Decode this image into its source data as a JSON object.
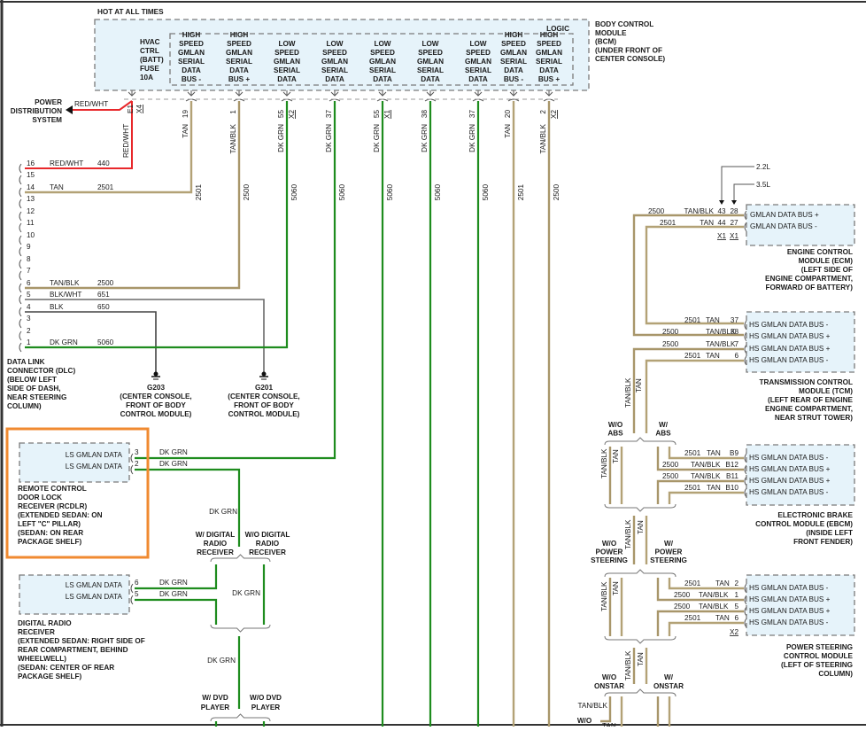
{
  "diagram": {
    "type": "wiring-schematic",
    "title": "GMLAN Serial Data Wiring",
    "hot_label": "HOT AT ALL TIMES",
    "bcm": {
      "name_lines": [
        "BODY CONTROL",
        "MODULE",
        "(BCM)",
        "(UNDER FRONT OF",
        "CENTER CONSOLE)"
      ],
      "logic_label": "LOGIC",
      "fuse_lines": [
        "HVAC",
        "CTRL",
        "(BATT)",
        "FUSE",
        "10A"
      ],
      "circuits": [
        {
          "lines": [
            "HIGH",
            "SPEED",
            "GMLAN",
            "SERIAL",
            "DATA",
            "BUS -"
          ],
          "pin": "19",
          "conn": "",
          "wire": "TAN",
          "circuit": "2501"
        },
        {
          "lines": [
            "HIGH",
            "SPEED",
            "GMLAN",
            "SERIAL",
            "DATA",
            "BUS +"
          ],
          "pin": "1",
          "conn": "",
          "wire": "TAN/BLK",
          "circuit": "2500"
        },
        {
          "lines": [
            "LOW",
            "SPEED",
            "GMLAN",
            "SERIAL",
            "DATA"
          ],
          "pin": "55",
          "conn": "X2",
          "wire": "DK GRN",
          "circuit": "5060"
        },
        {
          "lines": [
            "LOW",
            "SPEED",
            "GMLAN",
            "SERIAL",
            "DATA"
          ],
          "pin": "37",
          "conn": "",
          "wire": "DK GRN",
          "circuit": "5060"
        },
        {
          "lines": [
            "LOW",
            "SPEED",
            "GMLAN",
            "SERIAL",
            "DATA"
          ],
          "pin": "55",
          "conn": "X1",
          "wire": "DK GRN",
          "circuit": "5060"
        },
        {
          "lines": [
            "LOW",
            "SPEED",
            "GMLAN",
            "SERIAL",
            "DATA"
          ],
          "pin": "38",
          "conn": "",
          "wire": "DK GRN",
          "circuit": "5060"
        },
        {
          "lines": [
            "LOW",
            "SPEED",
            "GMLAN",
            "SERIAL",
            "DATA"
          ],
          "pin": "37",
          "conn": "",
          "wire": "DK GRN",
          "circuit": "5060"
        },
        {
          "lines": [
            "HIGH",
            "SPEED",
            "GMLAN",
            "SERIAL",
            "DATA",
            "BUS -"
          ],
          "pin": "20",
          "conn": "",
          "wire": "TAN",
          "circuit": "2501"
        },
        {
          "lines": [
            "HIGH",
            "SPEED",
            "GMLAN",
            "SERIAL",
            "DATA",
            "BUS +"
          ],
          "pin": "2",
          "conn": "X2",
          "wire": "TAN/BLK",
          "circuit": "2500"
        }
      ],
      "power_pin": {
        "pin": "E1",
        "conn": "X4",
        "wire": "RED/WHT"
      }
    },
    "power_distribution": {
      "lines": [
        "POWER",
        "DISTRIBUTION",
        "SYSTEM"
      ],
      "wire": "RED/WHT"
    },
    "dlc": {
      "name_lines": [
        "DATA LINK",
        "CONNECTOR (DLC)",
        "(BELOW LEFT",
        "SIDE OF DASH,",
        "NEAR STEERING",
        "COLUMN)"
      ],
      "pins": [
        {
          "pin": "16",
          "wire": "RED/WHT",
          "circuit": "440"
        },
        {
          "pin": "15",
          "wire": "",
          "circuit": ""
        },
        {
          "pin": "14",
          "wire": "TAN",
          "circuit": "2501"
        },
        {
          "pin": "13",
          "wire": "",
          "circuit": ""
        },
        {
          "pin": "12",
          "wire": "",
          "circuit": ""
        },
        {
          "pin": "11",
          "wire": "",
          "circuit": ""
        },
        {
          "pin": "10",
          "wire": "",
          "circuit": ""
        },
        {
          "pin": "9",
          "wire": "",
          "circuit": ""
        },
        {
          "pin": "8",
          "wire": "",
          "circuit": ""
        },
        {
          "pin": "7",
          "wire": "",
          "circuit": ""
        },
        {
          "pin": "6",
          "wire": "TAN/BLK",
          "circuit": "2500"
        },
        {
          "pin": "5",
          "wire": "BLK/WHT",
          "circuit": "651"
        },
        {
          "pin": "4",
          "wire": "BLK",
          "circuit": "650"
        },
        {
          "pin": "3",
          "wire": "",
          "circuit": ""
        },
        {
          "pin": "2",
          "wire": "",
          "circuit": ""
        },
        {
          "pin": "1",
          "wire": "DK GRN",
          "circuit": "5060"
        }
      ]
    },
    "grounds": [
      {
        "id": "G203",
        "lines": [
          "G203",
          "(CENTER CONSOLE,",
          "FRONT OF BODY",
          "CONTROL MODULE)"
        ]
      },
      {
        "id": "G201",
        "lines": [
          "G201",
          "(CENTER CONSOLE,",
          "FRONT OF BODY",
          "CONTROL MODULE)"
        ]
      }
    ],
    "rcdlr": {
      "highlighted": true,
      "highlight_color": "#f08a30",
      "name_lines": [
        "REMOTE CONTROL",
        "DOOR LOCK",
        "RECEIVER (RCDLR)",
        "(EXTENDED SEDAN: ON",
        "LEFT \"C\" PILLAR)",
        "(SEDAN: ON REAR",
        "PACKAGE SHELF)"
      ],
      "pins": [
        {
          "label": "LS GMLAN DATA",
          "pin": "3",
          "wire": "DK GRN"
        },
        {
          "label": "LS GMLAN DATA",
          "pin": "2",
          "wire": "DK GRN"
        }
      ]
    },
    "digital_radio": {
      "name_lines": [
        "DIGITAL RADIO",
        "RECEIVER",
        "(EXTENDED SEDAN: RIGHT SIDE OF",
        "REAR COMPARTMENT, BEHIND",
        "WHEELWELL)",
        "(SEDAN: CENTER OF REAR",
        "PACKAGE SHELF)"
      ],
      "pins": [
        {
          "label": "LS GMLAN DATA",
          "pin": "6",
          "wire": "DK GRN"
        },
        {
          "label": "LS GMLAN DATA",
          "pin": "5",
          "wire": "DK GRN"
        }
      ]
    },
    "options": {
      "radio_with": [
        "W/ DIGITAL",
        "RADIO",
        "RECEIVER"
      ],
      "radio_without": [
        "W/O DIGITAL",
        "RADIO",
        "RECEIVER"
      ],
      "dvd_with": [
        "W/ DVD",
        "PLAYER"
      ],
      "dvd_without": [
        "W/O DVD",
        "PLAYER"
      ],
      "abs_without": [
        "W/O",
        "ABS"
      ],
      "abs_with": [
        "W/",
        "ABS"
      ],
      "ps_without": [
        "W/O",
        "POWER",
        "STEERING"
      ],
      "ps_with": [
        "W/",
        "POWER",
        "STEERING"
      ],
      "onstar_without": [
        "W/O",
        "ONSTAR"
      ],
      "onstar_with": [
        "W/",
        "ONSTAR"
      ],
      "bottom_wo": "W/O",
      "bottom_tanblk": "TAN/BLK",
      "bottom_tan": "TAN"
    },
    "wire_labels": {
      "dk_grn": "DK GRN",
      "tan": "TAN",
      "tan_blk": "TAN/BLK",
      "red_wht": "RED/WHT"
    },
    "ecm": {
      "name_lines": [
        "ENGINE CONTROL",
        "MODULE (ECM)",
        "(LEFT SIDE OF",
        "ENGINE COMPARTMENT,",
        "FORWARD OF BATTERY)"
      ],
      "engine_options": [
        "2.2L",
        "3.5L"
      ],
      "pins": [
        {
          "label": "GMLAN DATA BUS +",
          "circuit": "2500",
          "wire": "TAN/BLK",
          "pin_22": "43",
          "pin_35": "28"
        },
        {
          "label": "GMLAN DATA BUS -",
          "circuit": "2501",
          "wire": "TAN",
          "pin_22": "44",
          "pin_35": "27"
        }
      ],
      "conn": [
        "X1",
        "X1"
      ]
    },
    "tcm": {
      "name_lines": [
        "TRANSMISSION CONTROL",
        "MODULE (TCM)",
        "(LEFT REAR OF ENGINE",
        "ENGINE COMPARTMENT,",
        "NEAR STRUT TOWER)"
      ],
      "pins": [
        {
          "label": "HS GMLAN DATA BUS -",
          "circuit": "2501",
          "wire": "TAN",
          "pin": "37"
        },
        {
          "label": "HS GMLAN DATA BUS +",
          "circuit": "2500",
          "wire": "TAN/BLK",
          "pin": "38"
        },
        {
          "label": "HS GMLAN DATA BUS +",
          "circuit": "2500",
          "wire": "TAN/BLK",
          "pin": "7"
        },
        {
          "label": "HS GMLAN DATA BUS -",
          "circuit": "2501",
          "wire": "TAN",
          "pin": "6"
        }
      ]
    },
    "ebcm": {
      "name_lines": [
        "ELECTRONIC BRAKE",
        "CONTROL MODULE (EBCM)",
        "(INSIDE LEFT",
        "FRONT FENDER)"
      ],
      "pins": [
        {
          "label": "HS GMLAN DATA BUS -",
          "circuit": "2501",
          "wire": "TAN",
          "pin": "B9"
        },
        {
          "label": "HS GMLAN DATA BUS +",
          "circuit": "2500",
          "wire": "TAN/BLK",
          "pin": "B12"
        },
        {
          "label": "HS GMLAN DATA BUS +",
          "circuit": "2500",
          "wire": "TAN/BLK",
          "pin": "B11"
        },
        {
          "label": "HS GMLAN DATA BUS -",
          "circuit": "2501",
          "wire": "TAN",
          "pin": "B10"
        }
      ]
    },
    "pscm": {
      "name_lines": [
        "POWER STEERING",
        "CONTROL MODULE",
        "(LEFT OF STEERING",
        "COLUMN)"
      ],
      "conn": "X2",
      "pins": [
        {
          "label": "HS GMLAN DATA BUS -",
          "circuit": "2501",
          "wire": "TAN",
          "pin": "2"
        },
        {
          "label": "HS GMLAN DATA BUS +",
          "circuit": "2500",
          "wire": "TAN/BLK",
          "pin": "1"
        },
        {
          "label": "HS GMLAN DATA BUS +",
          "circuit": "2500",
          "wire": "TAN/BLK",
          "pin": "5"
        },
        {
          "label": "HS GMLAN DATA BUS -",
          "circuit": "2501",
          "wire": "TAN",
          "pin": "6"
        }
      ]
    }
  }
}
